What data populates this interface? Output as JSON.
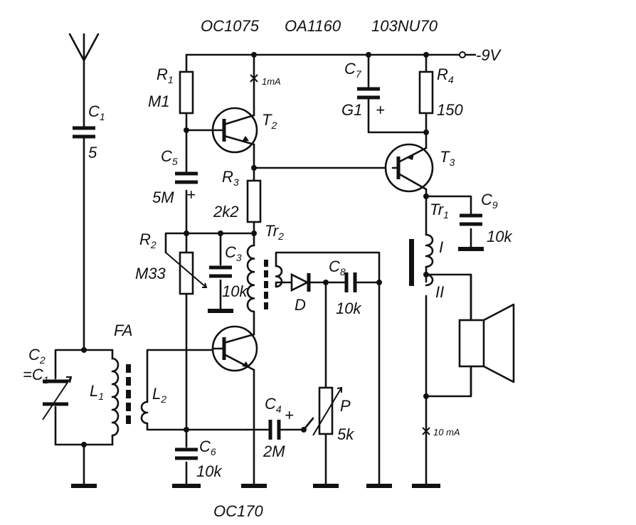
{
  "header_parts": {
    "t2": "OC1075",
    "diode": "OA1160",
    "t3": "103NU70"
  },
  "supply": "-9V",
  "bottom_part": "OC170",
  "components": {
    "c1": {
      "ref": "C",
      "sub": "1",
      "value": "5"
    },
    "c2": {
      "ref": "C",
      "sub": "2",
      "ref2": "=C",
      "sub2": "1"
    },
    "l1": {
      "ref": "L",
      "sub": "1"
    },
    "l2": {
      "ref": "L",
      "sub": "2"
    },
    "fa": "FA",
    "r1": {
      "ref": "R",
      "sub": "1",
      "value": "M1"
    },
    "c5": {
      "ref": "C",
      "sub": "5",
      "value": "5M"
    },
    "r2": {
      "ref": "R",
      "sub": "2",
      "value": "M33"
    },
    "c3": {
      "ref": "C",
      "sub": "3",
      "value": "10k"
    },
    "c6": {
      "ref": "C",
      "sub": "6",
      "value": "10k"
    },
    "t2": {
      "ref": "T",
      "sub": "2"
    },
    "r3": {
      "ref": "R",
      "sub": "3",
      "value": "2k2"
    },
    "tr2": {
      "ref": "Tr",
      "sub": "2"
    },
    "d": "D",
    "c8": {
      "ref": "C",
      "sub": "8",
      "value": "10k"
    },
    "c4": {
      "ref": "C",
      "sub": "4",
      "value": "2M"
    },
    "p": {
      "ref": "P",
      "value": "5k"
    },
    "c7": {
      "ref": "C",
      "sub": "7",
      "value": "G1"
    },
    "r4": {
      "ref": "R",
      "sub": "4",
      "value": "150"
    },
    "t3": {
      "ref": "T",
      "sub": "3"
    },
    "c9": {
      "ref": "C",
      "sub": "9",
      "value": "10k"
    },
    "tr1": {
      "ref": "Tr",
      "sub": "1"
    },
    "winding1": "I",
    "winding2": "II"
  },
  "currents": {
    "t2": "1mA",
    "t3": "10 mA"
  },
  "plus": "+"
}
